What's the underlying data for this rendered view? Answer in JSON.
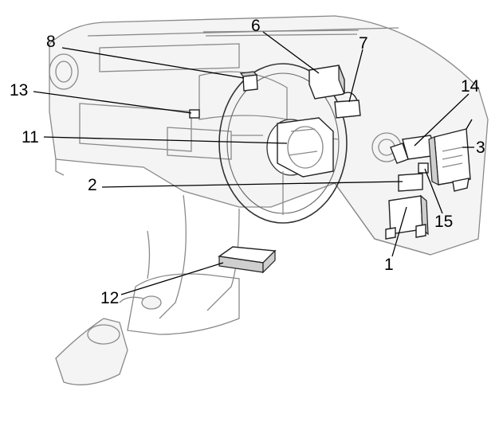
{
  "callouts": [
    {
      "id": "c1",
      "text": "1"
    },
    {
      "id": "c2",
      "text": "2"
    },
    {
      "id": "c3",
      "text": "3"
    },
    {
      "id": "c6",
      "text": "6"
    },
    {
      "id": "c7",
      "text": "7"
    },
    {
      "id": "c8",
      "text": "8"
    },
    {
      "id": "c11",
      "text": "11"
    },
    {
      "id": "c12",
      "text": "12"
    },
    {
      "id": "c13",
      "text": "13"
    },
    {
      "id": "c14",
      "text": "14"
    },
    {
      "id": "c15",
      "text": "15"
    }
  ]
}
